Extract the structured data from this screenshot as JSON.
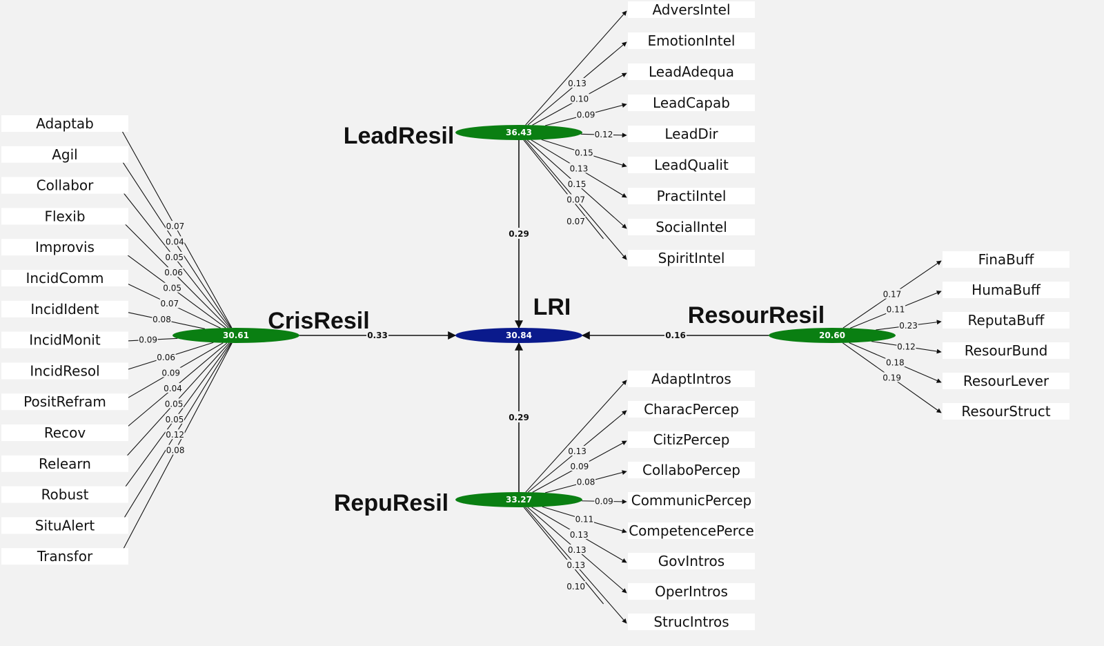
{
  "colors": {
    "background": "#f2f2f2",
    "exogenous_node": "#0a7f12",
    "endogenous_node": "#0a1a8c",
    "box_fill": "#ffffff",
    "line": "#111111"
  },
  "diagram": {
    "target": {
      "id": "LRI",
      "name": "LRI",
      "score": "30.84"
    },
    "constructs": [
      {
        "id": "LeadResil",
        "name": "LeadResil",
        "score": "36.43",
        "path": "0.29",
        "indicators": [
          {
            "name": "AdversIntel",
            "weight": ""
          },
          {
            "name": "EmotionIntel",
            "weight": "0.13"
          },
          {
            "name": "LeadAdequa",
            "weight": "0.10"
          },
          {
            "name": "LeadCapab",
            "weight": "0.09"
          },
          {
            "name": "LeadDir",
            "weight": "0.12"
          },
          {
            "name": "LeadQualit",
            "weight": "0.15"
          },
          {
            "name": "PractiIntel",
            "weight": "0.13"
          },
          {
            "name": "SocialIntel",
            "weight": "0.15"
          },
          {
            "name": "SpiritIntel",
            "weight": "0.07"
          }
        ],
        "extra_weights": [
          "0.07"
        ]
      },
      {
        "id": "CrisResil",
        "name": "CrisResil",
        "score": "30.61",
        "path": "0.33",
        "indicators": [
          {
            "name": "Adaptab",
            "weight": "0.07"
          },
          {
            "name": "Agil",
            "weight": "0.04"
          },
          {
            "name": "Collabor",
            "weight": "0.05"
          },
          {
            "name": "Flexib",
            "weight": "0.06"
          },
          {
            "name": "Improvis",
            "weight": "0.05"
          },
          {
            "name": "IncidComm",
            "weight": "0.07"
          },
          {
            "name": "IncidIdent",
            "weight": "0.08"
          },
          {
            "name": "IncidMonit",
            "weight": "0.09"
          },
          {
            "name": "IncidResol",
            "weight": "0.06"
          },
          {
            "name": "PositRefram",
            "weight": "0.09"
          },
          {
            "name": "Recov",
            "weight": "0.04"
          },
          {
            "name": "Relearn",
            "weight": "0.05"
          },
          {
            "name": "Robust",
            "weight": "0.05"
          },
          {
            "name": "SituAlert",
            "weight": "0.12"
          },
          {
            "name": "Transfor",
            "weight": "0.08"
          }
        ]
      },
      {
        "id": "ResourResil",
        "name": "ResourResil",
        "score": "20.60",
        "path": "0.16",
        "indicators": [
          {
            "name": "FinaBuff",
            "weight": "0.17"
          },
          {
            "name": "HumaBuff",
            "weight": "0.11"
          },
          {
            "name": "ReputaBuff",
            "weight": "0.23"
          },
          {
            "name": "ResourBund",
            "weight": "0.12"
          },
          {
            "name": "ResourLever",
            "weight": "0.18"
          },
          {
            "name": "ResourStruct",
            "weight": "0.19"
          }
        ]
      },
      {
        "id": "RepuResil",
        "name": "RepuResil",
        "score": "33.27",
        "path": "0.29",
        "indicators": [
          {
            "name": "AdaptIntros",
            "weight": ""
          },
          {
            "name": "CharacPercep",
            "weight": "0.13"
          },
          {
            "name": "CitizPercep",
            "weight": "0.09"
          },
          {
            "name": "CollaboPercep",
            "weight": "0.08"
          },
          {
            "name": "CommunicPercep",
            "weight": "0.09"
          },
          {
            "name": "CompetencePerce",
            "weight": "0.11"
          },
          {
            "name": "GovIntros",
            "weight": "0.13"
          },
          {
            "name": "OperIntros",
            "weight": "0.13"
          },
          {
            "name": "StrucIntros",
            "weight": "0.13"
          }
        ],
        "extra_weights": [
          "0.10"
        ]
      }
    ]
  }
}
